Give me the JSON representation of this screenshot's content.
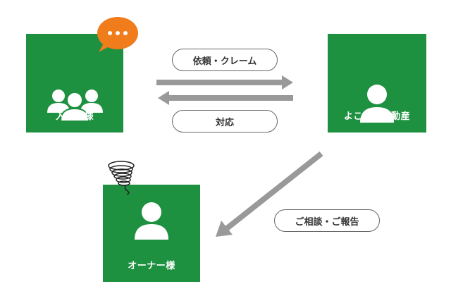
{
  "nodes": {
    "residents": {
      "label": "入居者様"
    },
    "agency": {
      "label": "よこはた不動産"
    },
    "owner": {
      "label": "オーナー様"
    }
  },
  "edges": {
    "request": {
      "label": "依頼・クレーム"
    },
    "response": {
      "label": "対応"
    },
    "consult": {
      "label": "ご相談・ご報告"
    }
  },
  "colors": {
    "box": "#1e9141",
    "arrow": "#999999",
    "bubble": "#f07c1b"
  },
  "icons": [
    "group-people-icon",
    "speech-bubble-icon",
    "person-icon",
    "tornado-icon"
  ]
}
